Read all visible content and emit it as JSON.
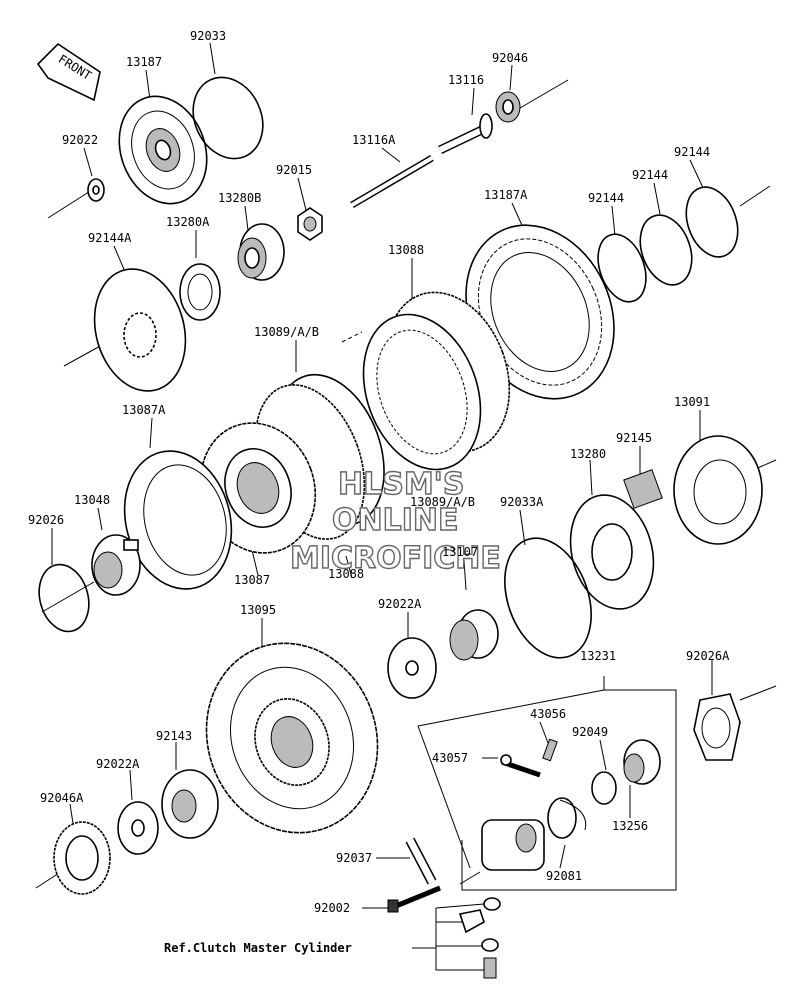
{
  "front_arrow_label": "FRONT",
  "watermark": {
    "line1": "HLSM'S",
    "line2": "ONLINE",
    "line3": "MICROFICHE"
  },
  "ref_note": "Ref.Clutch Master Cylinder",
  "parts": {
    "p13187": "13187",
    "p92033": "92033",
    "p92046": "92046",
    "p13116": "13116",
    "p92022": "92022",
    "p13116A": "13116A",
    "p92015": "92015",
    "p13280B": "13280B",
    "p13187A": "13187A",
    "p92144_a": "92144",
    "p92144_b": "92144",
    "p92144_c": "92144",
    "p13280A": "13280A",
    "p92144A": "92144A",
    "p13088_top": "13088",
    "p13089_top": "13089/A/B",
    "p13087A": "13087A",
    "p13091": "13091",
    "p92145": "92145",
    "p13280": "13280",
    "p13048": "13048",
    "p13089_mid": "13089/A/B",
    "p92033A": "92033A",
    "p92026": "92026",
    "p13087": "13087",
    "p13088_mid": "13088",
    "p13107": "13107",
    "p13095": "13095",
    "p92022A": "92022A",
    "p13231": "13231",
    "p92026A": "92026A",
    "p43056": "43056",
    "p43057": "43057",
    "p92049": "92049",
    "p92143": "92143",
    "p92022A_b": "92022A",
    "p92046A": "92046A",
    "p13256": "13256",
    "p92037": "92037",
    "p92081": "92081",
    "p92002": "92002"
  }
}
